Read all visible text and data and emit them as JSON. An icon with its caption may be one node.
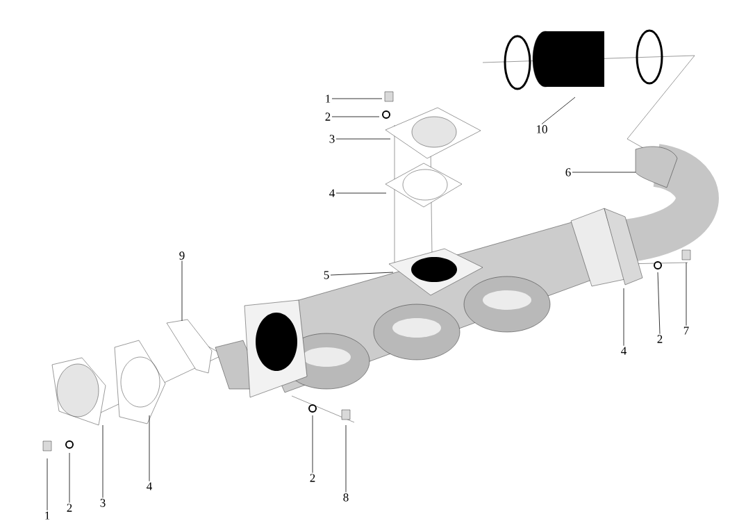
{
  "diagram": {
    "nodes": [
      {
        "text": [
          "1"
        ]
      },
      {
        "text": [
          "2"
        ]
      },
      {
        "text": [
          "3"
        ]
      },
      {
        "text": [
          "10"
        ]
      },
      {
        "text": [
          "6"
        ]
      },
      {
        "text": [
          "4"
        ]
      },
      {
        "text": [
          "9"
        ]
      },
      {
        "text": [
          "5"
        ]
      },
      {
        "text": [
          "7"
        ]
      },
      {
        "text": [
          "2"
        ]
      },
      {
        "text": [
          "4"
        ]
      },
      {
        "text": [
          "2"
        ]
      },
      {
        "text": [
          "8"
        ]
      },
      {
        "text": [
          "4"
        ]
      },
      {
        "text": [
          "3"
        ]
      },
      {
        "text": [
          "2"
        ]
      },
      {
        "text": [
          "1"
        ]
      }
    ],
    "edges": [
      {
        "from": 0,
        "to": null,
        "arrow": "none"
      },
      {
        "from": 1,
        "to": null,
        "arrow": "none"
      },
      {
        "from": 2,
        "to": null,
        "arrow": "none"
      },
      {
        "from": 3,
        "to": null,
        "arrow": "none"
      },
      {
        "from": 4,
        "to": null,
        "arrow": "none"
      },
      {
        "from": 5,
        "to": null,
        "arrow": "none"
      },
      {
        "from": 6,
        "to": null,
        "arrow": "none"
      },
      {
        "from": 7,
        "to": null,
        "arrow": "none"
      },
      {
        "from": 8,
        "to": null,
        "arrow": "none"
      },
      {
        "from": 9,
        "to": null,
        "arrow": "none"
      },
      {
        "from": 10,
        "to": null,
        "arrow": "none"
      },
      {
        "from": 11,
        "to": null,
        "arrow": "none"
      },
      {
        "from": 12,
        "to": null,
        "arrow": "none"
      },
      {
        "from": 13,
        "to": null,
        "arrow": "none"
      },
      {
        "from": 14,
        "to": null,
        "arrow": "none"
      },
      {
        "from": 15,
        "to": null,
        "arrow": "none"
      },
      {
        "from": 16,
        "to": null,
        "arrow": "none"
      }
    ]
  }
}
